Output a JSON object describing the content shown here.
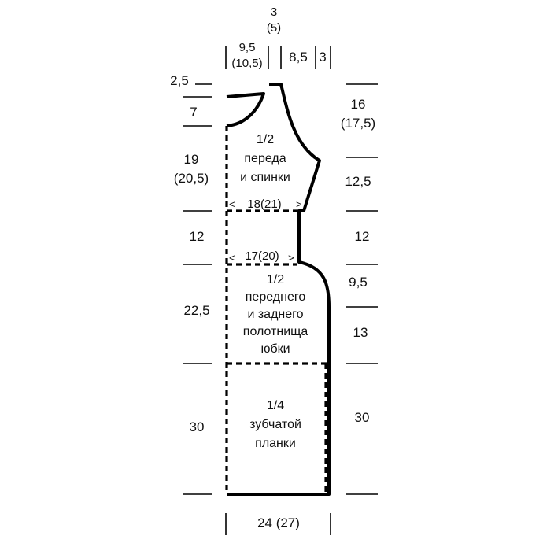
{
  "diagram": {
    "top_dims": {
      "a_line1": "3",
      "a_line2": "(5)",
      "b_line1": "9,5",
      "b_line2": "(10,5)",
      "c": "8,5",
      "d": "3"
    },
    "left_dims": [
      {
        "line1": "2,5",
        "line2": ""
      },
      {
        "line1": "7",
        "line2": ""
      },
      {
        "line1": "19",
        "line2": "(20,5)"
      },
      {
        "line1": "12",
        "line2": ""
      },
      {
        "line1": "22,5",
        "line2": ""
      },
      {
        "line1": "30",
        "line2": ""
      }
    ],
    "right_dims": [
      {
        "line1": "16",
        "line2": "(17,5)"
      },
      {
        "line1": "12,5",
        "line2": ""
      },
      {
        "line1": "12",
        "line2": ""
      },
      {
        "line1": "9,5",
        "line2": ""
      },
      {
        "line1": "13",
        "line2": ""
      },
      {
        "line1": "30",
        "line2": ""
      }
    ],
    "bottom_dim": "24 (27)",
    "inner_widths": {
      "upper": "18(21)",
      "lower": "17(20)",
      "arrow_left": "<",
      "arrow_right": ">"
    },
    "pieces": {
      "bodice": [
        "1/2",
        "переда",
        "и спинки"
      ],
      "skirt": [
        "1/2",
        "переднего",
        "и заднего",
        "полотнища",
        "юбки"
      ],
      "band": [
        "1/4",
        "зубчатой",
        "планки"
      ]
    }
  }
}
